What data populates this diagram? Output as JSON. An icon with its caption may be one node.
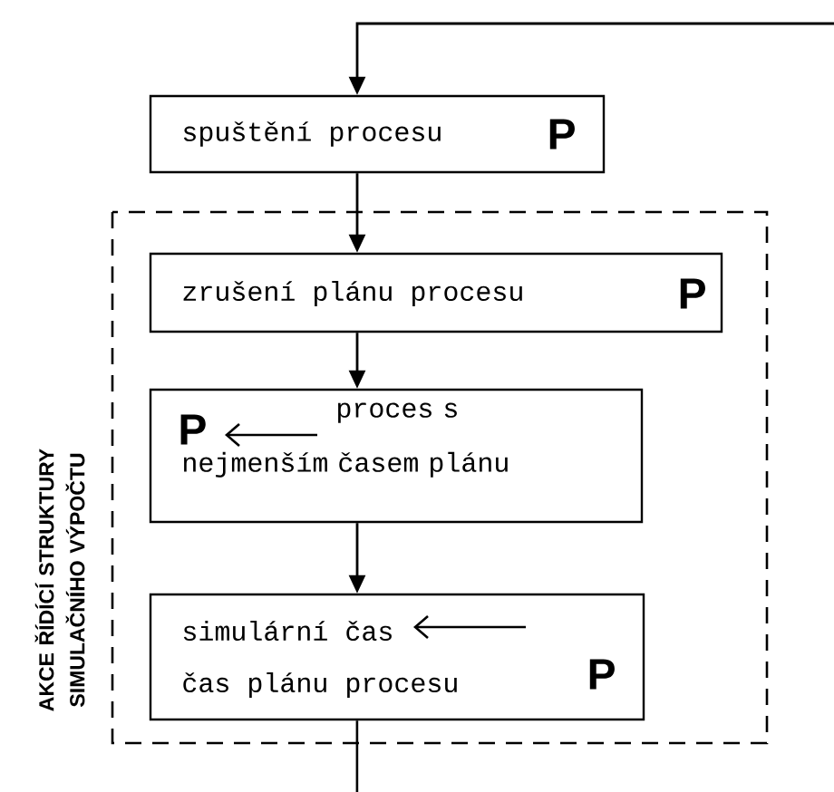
{
  "diagram": {
    "nodes": [
      {
        "text": [
          "AKCE ŘÍDÍCÍ STRUKTURY SIMULAČNÍHO VÝPOČTU"
        ]
      },
      {
        "text": [
          "spuštění procesu",
          "P"
        ]
      },
      {
        "text": [
          "zrušení plánu procesu",
          "P"
        ],
        "in": 0
      },
      {
        "text": [
          "P",
          "proces s nejmenším časem plánu"
        ],
        "in": 0
      },
      {
        "text": [
          "simulární čas",
          "čas plánu procesu",
          "P"
        ],
        "in": 0
      }
    ],
    "edges": [
      {
        "from": null,
        "to": 1,
        "arrow": "to"
      },
      {
        "from": 1,
        "to": 2,
        "arrow": "to"
      },
      {
        "from": 2,
        "to": 3,
        "arrow": "to"
      },
      {
        "from": 3,
        "to": 4,
        "arrow": "to"
      },
      {
        "from": 4,
        "to": null,
        "arrow": "none"
      }
    ]
  }
}
